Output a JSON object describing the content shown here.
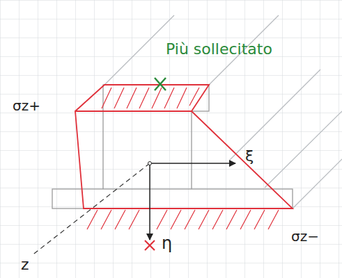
{
  "diagram": {
    "labels": [
      "Più sollecitato",
      "σz+",
      "ξ",
      "η",
      "σz−",
      "z"
    ]
  }
}
